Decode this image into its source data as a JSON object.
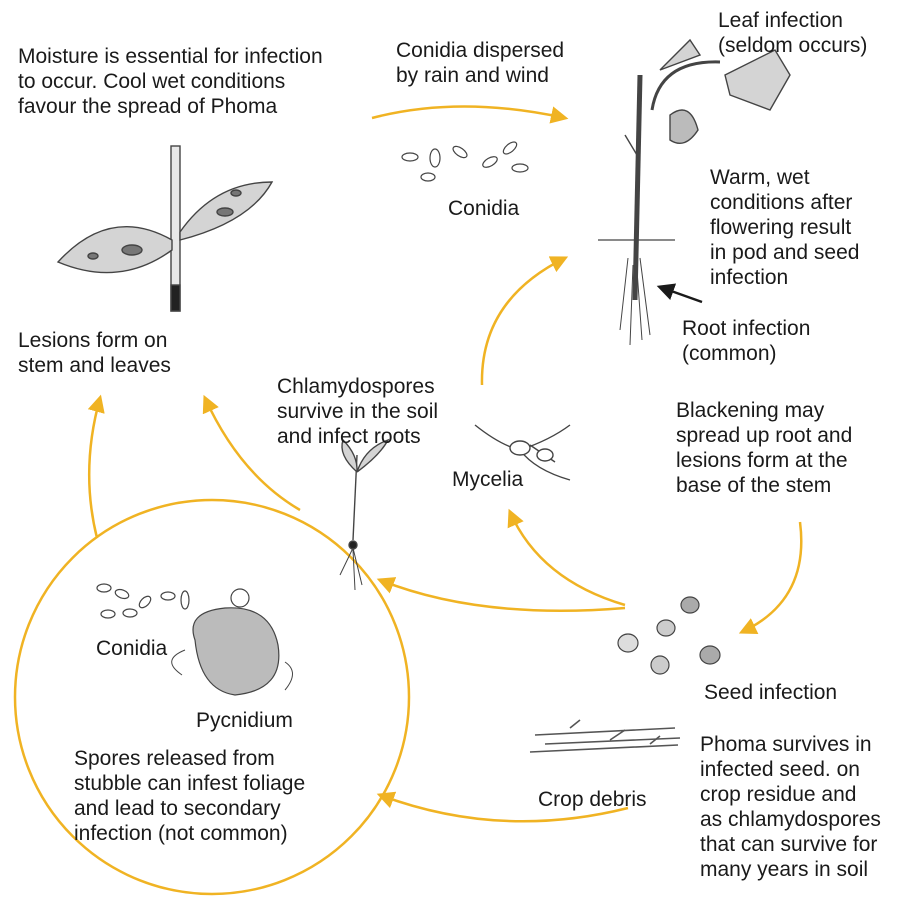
{
  "colors": {
    "arrow": "#F0B323",
    "ink": "#1a1a1a",
    "sketch": "#444444",
    "leaf": "#c9c9c9"
  },
  "labels": {
    "moisture": "Moisture is essential for infection\nto occur. Cool wet conditions\nfavour the spread of Phoma",
    "conidia_dispersed": "Conidia dispersed\nby rain and wind",
    "leaf_infection": "Leaf infection\n(seldom occurs)",
    "warm_wet": "Warm, wet\nconditions after\nflowering result\nin pod and seed\ninfection",
    "conidia_top": "Conidia",
    "root_infection": "Root infection\n(common)",
    "lesions": "Lesions form on\nstem and leaves",
    "chlamydospores": "Chlamydospores\nsurvive in the soil\nand infect roots",
    "blackening": "Blackening may\nspread up root and\nlesions form at the\nbase of the stem",
    "mycelia": "Mycelia",
    "conidia_circle": "Conidia",
    "pycnidium": "Pycnidium",
    "seed_infection": "Seed infection",
    "spores_released": "Spores released from\nstubble can infest foliage\nand lead to secondary\ninfection (not common)",
    "crop_debris": "Crop debris",
    "phoma_survives": "Phoma survives in\ninfected seed. on\ncrop residue and\nas chlamydospores\nthat can survive for\nmany years in soil"
  },
  "icons": [
    "infected-leaf-stem-icon",
    "conidia-spores-icon",
    "infected-plant-icon",
    "seedling-icon",
    "mycelia-icon",
    "pycnidium-icon",
    "infected-seeds-icon",
    "crop-debris-icon"
  ]
}
